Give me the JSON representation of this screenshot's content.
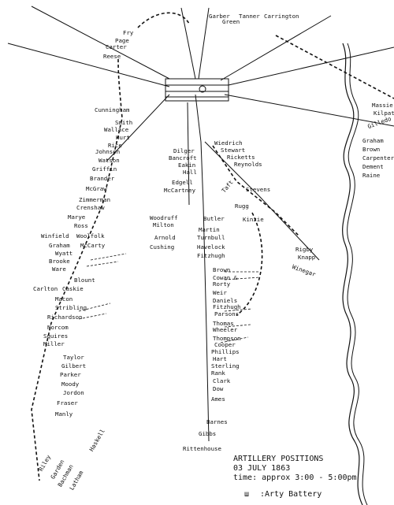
{
  "legend": {
    "title": "ARTILLERY POSITIONS",
    "date": "03 JULY 1863",
    "time": "time: approx 3:00 - 5:00pm",
    "symbol_text": ":Arty Battery",
    "symbol_icon": "artillery-battery-icon"
  },
  "batteries": {
    "garber": "Garber",
    "green": "Green",
    "tanner": "Tanner",
    "carrington": "Carrington",
    "fry": "Fry",
    "page": "Page",
    "carter": "Carter",
    "reese": "Reese",
    "cunningham": "Cunningham",
    "smith": "Smith",
    "wallace": "Wallace",
    "hurt": "Hurt",
    "rice": "Rice",
    "johnson": "Johnson",
    "watson": "Watson",
    "griffin": "Griffin",
    "brander": "Brander",
    "mcgraw": "McGraw",
    "zimmerman": "Zimmerman",
    "crenshaw": "Crenshaw",
    "marye": "Marye",
    "ross": "Ross",
    "winfield": "Winfield",
    "woolfolk": "Woolfolk",
    "graham_w": "Graham",
    "mccarty": "McCarty",
    "wyatt": "Wyatt",
    "brooke": "Brooke",
    "ware": "Ware",
    "blount": "Blount",
    "carlton": "Carlton",
    "caskie": "Caskie",
    "macon": "Macon",
    "stribling": "Stribling",
    "richardson": "Richardson",
    "norcom": "Norcom",
    "squires": "Squires",
    "miller": "Miller",
    "taylor": "Taylor",
    "gilbert": "Gilbert",
    "parker": "Parker",
    "moody": "Moody",
    "jordon": "Jordon",
    "fraser": "Fraser",
    "manly": "Manly",
    "haskell": "Haskell",
    "riley": "Riley",
    "garden": "Garden",
    "bachman": "Bachman",
    "latham": "Latham",
    "wiedrich": "Wiedrich",
    "stewart": "Stewart",
    "ricketts": "Ricketts",
    "reynolds": "Reynolds",
    "dilger": "Dilger",
    "bancroft": "Bancroft",
    "eakin": "Eakin",
    "hall": "Hall",
    "edgell": "Edgell",
    "mccartney": "McCartney",
    "taft": "Taft",
    "stevens": "Stevens",
    "rugg": "Rugg",
    "kinzie": "Kinzie",
    "rigby": "Rigby",
    "knapp": "Knapp",
    "winegar": "Winegar",
    "woodruff": "Woodruff",
    "milton": "Milton",
    "butler": "Butler",
    "martin": "Martin",
    "arnold": "Arnold",
    "turnbull": "Turnbull",
    "cushing": "Cushing",
    "havelock": "Havelock",
    "fitzhugh1": "Fitzhugh",
    "brown_c": "Brown",
    "cowan": "Cowan &",
    "rorty": "Rorty",
    "weir": "Weir",
    "daniels": "Daniels",
    "fitzhugh2": "Fitzhugh",
    "parsons": "Parsons",
    "thomas": "Thomas",
    "wheeler": "Wheeler",
    "thompson": "Thompson",
    "cooper": "Cooper",
    "phillips": "Phillips",
    "hart": "Hart",
    "sterling": "Sterling",
    "rank": "Rank",
    "clark": "Clark",
    "dow": "Dow",
    "ames": "Ames",
    "barnes": "Barnes",
    "gibbs": "Gibbs",
    "rittenhouse": "Rittenhouse",
    "massie": "Massie",
    "kilpatrick": "Kilpat",
    "gilledo": "Gilledo",
    "graham_e": "Graham",
    "brown_e": "Brown",
    "carpenter": "Carpenter",
    "dement": "Dement",
    "raine": "Raine"
  }
}
